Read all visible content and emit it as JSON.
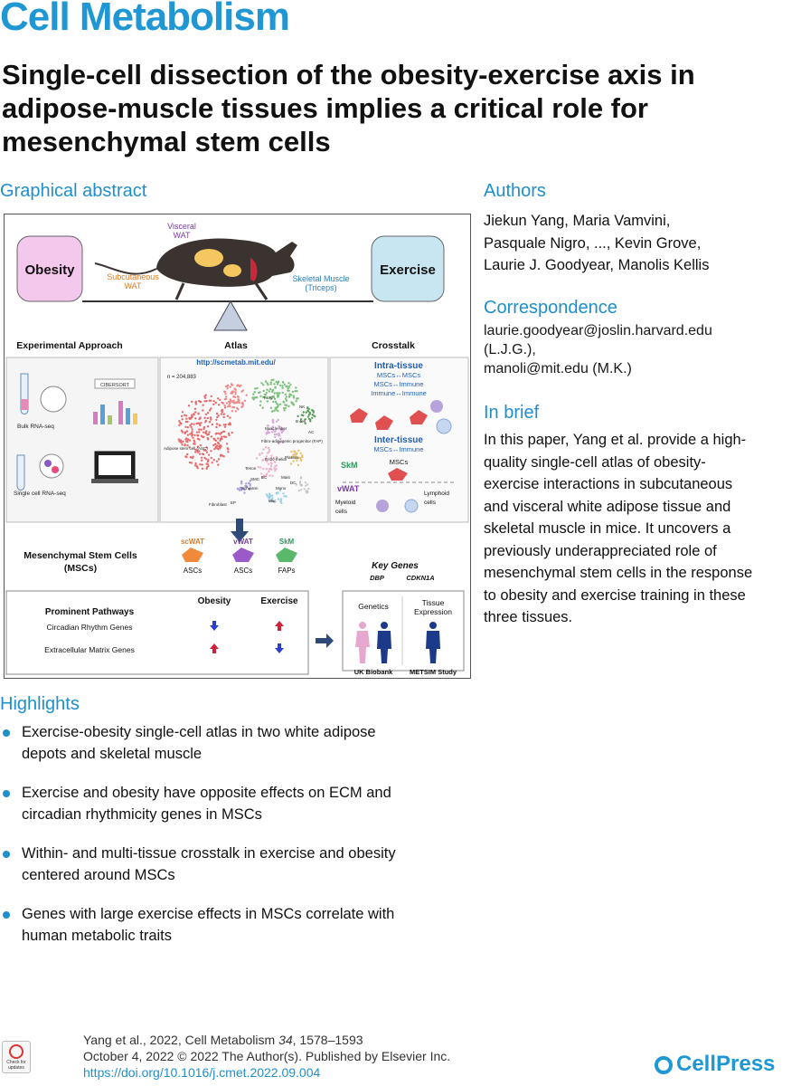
{
  "journal": "Cell Metabolism",
  "title": "Single-cell dissection of the obesity-exercise axis in adipose-muscle tissues implies a critical role for mesenchymal stem cells",
  "graphical_abstract": {
    "heading": "Graphical abstract",
    "obesity": "Obesity",
    "exercise": "Exercise",
    "visceral_wat": [
      "Visceral",
      "WAT"
    ],
    "subcutaneous_wat": [
      "Subcutaneous",
      "WAT"
    ],
    "skeletal_muscle": [
      "Skeletal Muscle",
      "(Triceps)"
    ],
    "experimental_approach": "Experimental Approach",
    "cibersort": "CIBERSORT",
    "bulk_rnaseq": "Bulk RNA-seq",
    "single_cell_rnaseq": "Single cell RNA-seq",
    "atlas": "Atlas",
    "atlas_url": "http://scmetab.mit.edu/",
    "n_cells": "n = 204,883",
    "atlas_labels": [
      "T cell",
      "NK",
      "B cell",
      "AC",
      "Muscle fiber",
      "Fibro-adipogenic progenitor (FAP)",
      "Adipose stem cell (ASC)",
      "Endo-thelial",
      "Tenon",
      "Schwann",
      "SMC",
      "Mast",
      "Mono",
      "DC",
      "Fibroblast",
      "EP",
      "Mac",
      "Plasma",
      "EC"
    ],
    "crosstalk": "Crosstalk",
    "intra_tissue": "Intra-tissue",
    "intra_lines": [
      "MSCs↔MSCs",
      "MSCs↔Immune",
      "Immune↔Immune"
    ],
    "inter_tissue": "Inter-tissue",
    "inter_line": "MSCs↔Immune",
    "skm": "SkM",
    "vwat": "vWAT",
    "mscs": "MSCs",
    "myeloid_cells": [
      "Myeloid",
      "cells"
    ],
    "lymphoid_cells": [
      "Lymphoid",
      "cells"
    ],
    "msc_heading": [
      "Mesenchymal Stem Cells",
      "(MSCs)"
    ],
    "scwat": "scWAT",
    "skm2": "SkM",
    "ascs": "ASCs",
    "faps": "FAPs",
    "key_genes": "Key Genes",
    "genes": [
      "DBP",
      "CDKN1A"
    ],
    "prominent_pathways": "Prominent Pathways",
    "col_obesity": "Obesity",
    "col_exercise": "Exercise",
    "pathways": [
      {
        "name": "Circadian Rhythm Genes",
        "obesity": "down",
        "exercise": "up"
      },
      {
        "name": "Extracellular Matrix Genes",
        "obesity": "up",
        "exercise": "down"
      }
    ],
    "genetics": "Genetics",
    "tissue_expression": [
      "Tissue",
      "Expression"
    ],
    "uk_biobank": "UK Biobank",
    "metsim": "METSIM Study",
    "colors": {
      "up": "#d0203a",
      "down": "#2a3fcf",
      "obesity_box": "#f3c8ec",
      "exercise_box": "#c8e6f1",
      "accent": "#1f8fcc"
    }
  },
  "authors": {
    "heading": "Authors",
    "lines": [
      "Jiekun Yang, Maria Vamvini,",
      "Pasquale Nigro, ..., Kevin Grove,",
      "Laurie J. Goodyear, Manolis Kellis"
    ]
  },
  "correspondence": {
    "heading": "Correspondence",
    "lines": [
      "laurie.goodyear@joslin.harvard.edu",
      "(L.J.G.),",
      "manoli@mit.edu (M.K.)"
    ]
  },
  "in_brief": {
    "heading": "In brief",
    "lines": [
      "In this paper, Yang et al. provide a high-",
      "quality single-cell atlas of obesity-",
      "exercise interactions in subcutaneous",
      "and visceral white adipose tissue and",
      "skeletal muscle in mice. It uncovers a",
      "previously underappreciated role of",
      "mesenchymal stem cells in the response",
      "to obesity and exercise training in these",
      "three tissues."
    ]
  },
  "highlights": {
    "heading": "Highlights",
    "items": [
      [
        "Exercise-obesity single-cell atlas in two white adipose",
        "depots and skeletal muscle"
      ],
      [
        "Exercise and obesity have opposite effects on ECM and",
        "circadian rhythmicity genes in MSCs"
      ],
      [
        "Within- and multi-tissue crosstalk in exercise and obesity",
        "centered around MSCs"
      ],
      [
        "Genes with large exercise effects in MSCs correlate with",
        "human metabolic traits"
      ]
    ]
  },
  "footer": {
    "citation_pre": "Yang et al., 2022, Cell Metabolism ",
    "volume": "34",
    "pages": ", 1578–1593",
    "date_line": "October 4, 2022 © 2022 The Author(s). Published by Elsevier Inc.",
    "doi": "https://doi.org/10.1016/j.cmet.2022.09.004"
  },
  "check_updates": [
    "Check for",
    "updates"
  ],
  "publisher": "CellPress"
}
